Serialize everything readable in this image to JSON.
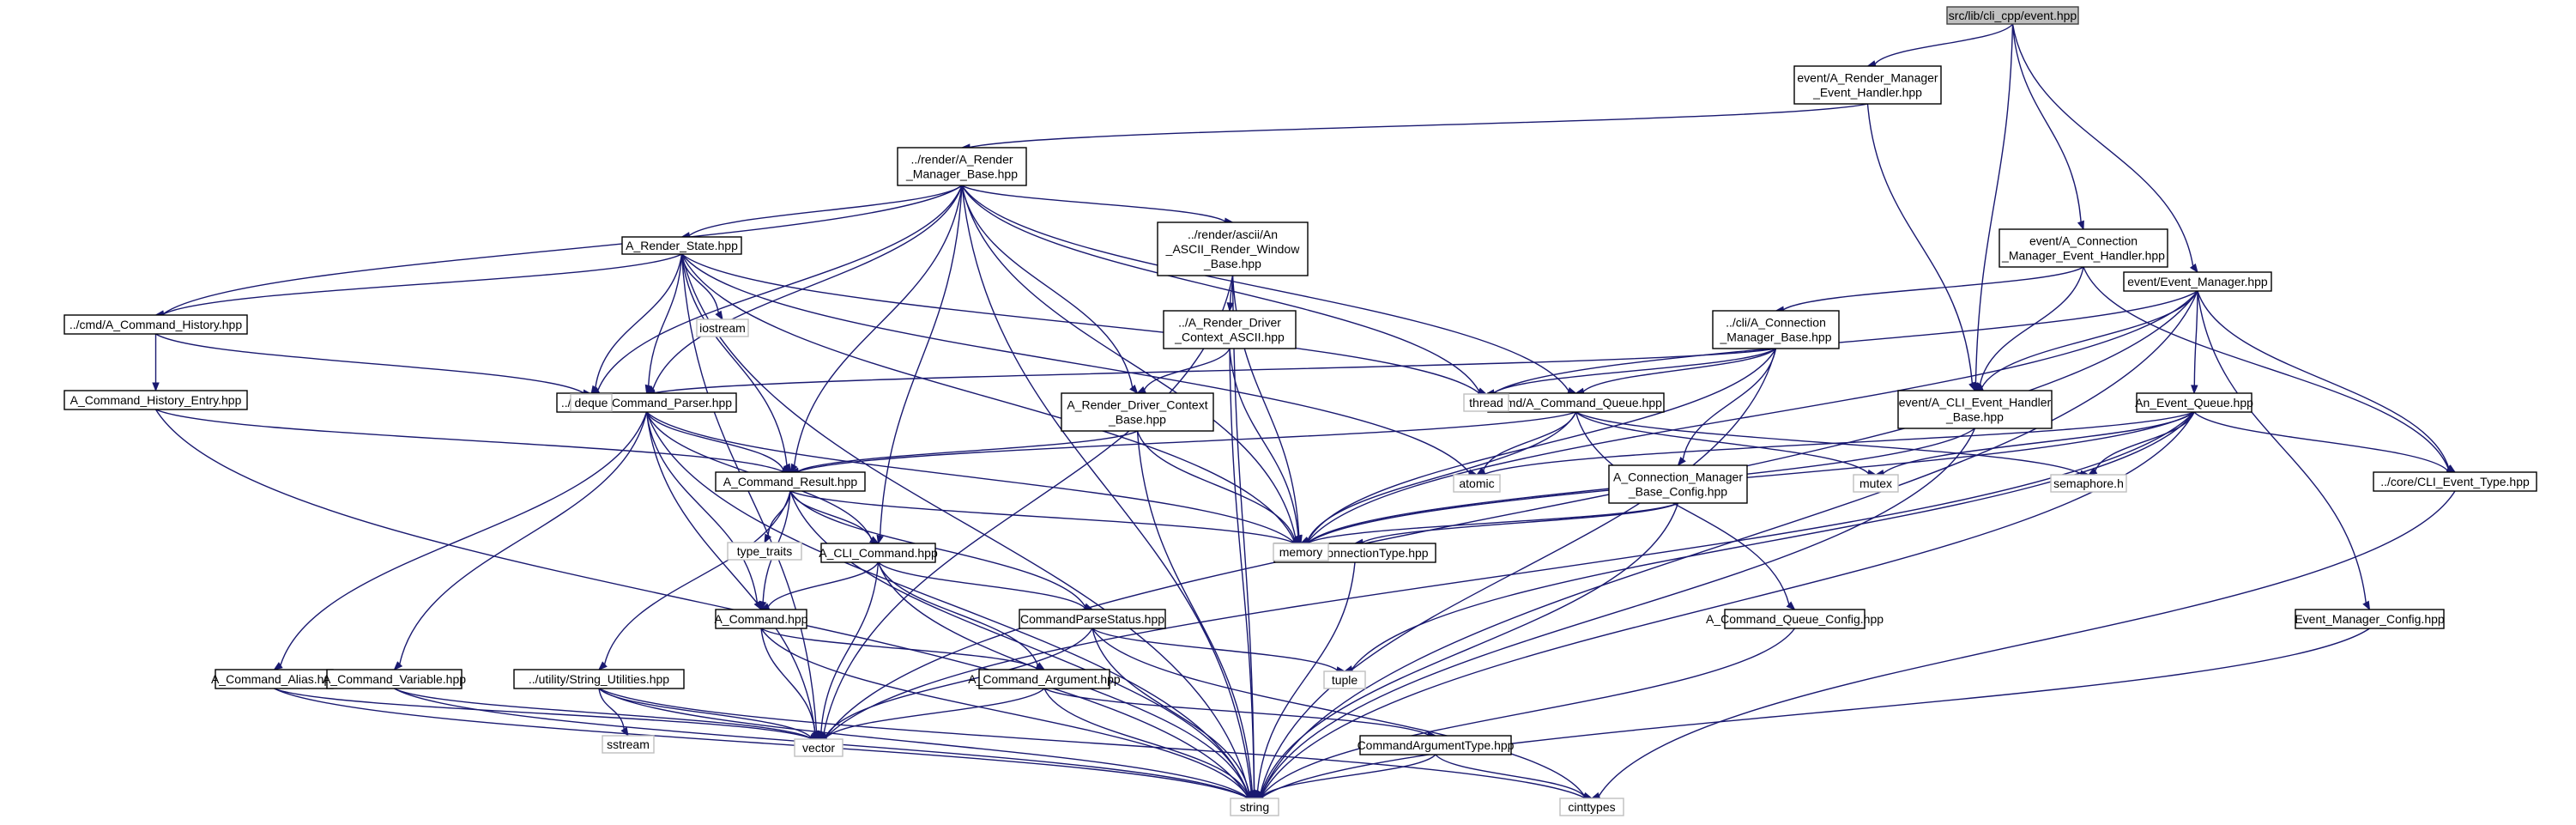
{
  "diagram": {
    "nodes": [
      {
        "id": "root",
        "kind": "root",
        "label": [
          "src/lib/cli_cpp/event.hpp"
        ]
      },
      {
        "id": "rmeh",
        "kind": "local",
        "label": [
          "event/A_Render_Manager",
          "_Event_Handler.hpp"
        ]
      },
      {
        "id": "rmb",
        "kind": "local",
        "label": [
          "../render/A_Render",
          "_Manager_Base.hpp"
        ]
      },
      {
        "id": "rstate",
        "kind": "local",
        "label": [
          "A_Render_State.hpp"
        ]
      },
      {
        "id": "arwb",
        "kind": "local",
        "label": [
          "../render/ascii/An",
          "_ASCII_Render_Window",
          "_Base.hpp"
        ]
      },
      {
        "id": "cmeh",
        "kind": "local",
        "label": [
          "event/A_Connection",
          "_Manager_Event_Handler.hpp"
        ]
      },
      {
        "id": "evmgr",
        "kind": "local",
        "label": [
          "event/Event_Manager.hpp"
        ]
      },
      {
        "id": "hist",
        "kind": "local",
        "label": [
          "../cmd/A_Command_History.hpp"
        ]
      },
      {
        "id": "histent",
        "kind": "local",
        "label": [
          "A_Command_History_Entry.hpp"
        ]
      },
      {
        "id": "rdca",
        "kind": "local",
        "label": [
          "../A_Render_Driver",
          "_Context_ASCII.hpp"
        ]
      },
      {
        "id": "cmb",
        "kind": "local",
        "label": [
          "../cli/A_Connection",
          "_Manager_Base.hpp"
        ]
      },
      {
        "id": "parser",
        "kind": "local",
        "label": [
          "../cmd/A_Command_Parser.hpp"
        ]
      },
      {
        "id": "rdcb",
        "kind": "local",
        "label": [
          "A_Render_Driver_Context",
          "_Base.hpp"
        ]
      },
      {
        "id": "cmdq",
        "kind": "local",
        "label": [
          "../cmd/A_Command_Queue.hpp"
        ]
      },
      {
        "id": "cliev",
        "kind": "local",
        "label": [
          "event/A_CLI_Event_Handler",
          "_Base.hpp"
        ]
      },
      {
        "id": "evq",
        "kind": "local",
        "label": [
          "An_Event_Queue.hpp"
        ]
      },
      {
        "id": "result",
        "kind": "local",
        "label": [
          "A_Command_Result.hpp"
        ]
      },
      {
        "id": "cmbcfg",
        "kind": "local",
        "label": [
          "A_Connection_Manager",
          "_Base_Config.hpp"
        ]
      },
      {
        "id": "clievt",
        "kind": "local",
        "label": [
          "../core/CLI_Event_Type.hpp"
        ]
      },
      {
        "id": "clicmd",
        "kind": "local",
        "label": [
          "A_CLI_Command.hpp"
        ]
      },
      {
        "id": "conntype",
        "kind": "local",
        "label": [
          "../core/ConnectionType.hpp"
        ]
      },
      {
        "id": "cmd",
        "kind": "local",
        "label": [
          "A_Command.hpp"
        ]
      },
      {
        "id": "cps",
        "kind": "local",
        "label": [
          "CommandParseStatus.hpp"
        ]
      },
      {
        "id": "qcfg",
        "kind": "local",
        "label": [
          "A_Command_Queue_Config.hpp"
        ]
      },
      {
        "id": "emcfg",
        "kind": "local",
        "label": [
          "Event_Manager_Config.hpp"
        ]
      },
      {
        "id": "alias",
        "kind": "local",
        "label": [
          "A_Command_Alias.hpp"
        ]
      },
      {
        "id": "var",
        "kind": "local",
        "label": [
          "A_Command_Variable.hpp"
        ]
      },
      {
        "id": "strutil",
        "kind": "local",
        "label": [
          "../utility/String_Utilities.hpp"
        ]
      },
      {
        "id": "arg",
        "kind": "local",
        "label": [
          "A_Command_Argument.hpp"
        ]
      },
      {
        "id": "argtype",
        "kind": "local",
        "label": [
          "CommandArgumentType.hpp"
        ]
      },
      {
        "id": "iostream",
        "kind": "system",
        "label": [
          "iostream"
        ]
      },
      {
        "id": "deque",
        "kind": "system",
        "label": [
          "deque"
        ]
      },
      {
        "id": "thread",
        "kind": "system",
        "label": [
          "thread"
        ]
      },
      {
        "id": "atomic",
        "kind": "system",
        "label": [
          "atomic"
        ]
      },
      {
        "id": "mutex",
        "kind": "system",
        "label": [
          "mutex"
        ]
      },
      {
        "id": "semaphore",
        "kind": "system",
        "label": [
          "semaphore.h"
        ]
      },
      {
        "id": "type_traits",
        "kind": "system",
        "label": [
          "type_traits"
        ]
      },
      {
        "id": "memory",
        "kind": "system",
        "label": [
          "memory"
        ]
      },
      {
        "id": "tuple",
        "kind": "system",
        "label": [
          "tuple"
        ]
      },
      {
        "id": "vector",
        "kind": "system",
        "label": [
          "vector"
        ]
      },
      {
        "id": "sstream",
        "kind": "system",
        "label": [
          "sstream"
        ]
      },
      {
        "id": "string",
        "kind": "system",
        "label": [
          "string"
        ]
      },
      {
        "id": "cinttypes",
        "kind": "system",
        "label": [
          "cinttypes"
        ]
      }
    ],
    "edges": [
      [
        "root",
        "rmeh"
      ],
      [
        "root",
        "cmeh"
      ],
      [
        "root",
        "evmgr"
      ],
      [
        "root",
        "cliev"
      ],
      [
        "rmeh",
        "rmb"
      ],
      [
        "rmeh",
        "cliev"
      ],
      [
        "rmb",
        "rstate"
      ],
      [
        "rmb",
        "arwb"
      ],
      [
        "rmb",
        "hist"
      ],
      [
        "rmb",
        "parser"
      ],
      [
        "rmb",
        "rdcb"
      ],
      [
        "rmb",
        "cmdq"
      ],
      [
        "rmb",
        "result"
      ],
      [
        "rmb",
        "clicmd"
      ],
      [
        "rmb",
        "deque"
      ],
      [
        "rmb",
        "thread"
      ],
      [
        "rmb",
        "memory"
      ],
      [
        "rmb",
        "string"
      ],
      [
        "rstate",
        "hist"
      ],
      [
        "rstate",
        "parser"
      ],
      [
        "rstate",
        "result"
      ],
      [
        "rstate",
        "iostream"
      ],
      [
        "rstate",
        "deque"
      ],
      [
        "rstate",
        "thread"
      ],
      [
        "rstate",
        "atomic"
      ],
      [
        "rstate",
        "memory"
      ],
      [
        "rstate",
        "vector"
      ],
      [
        "rstate",
        "string"
      ],
      [
        "arwb",
        "rdca"
      ],
      [
        "arwb",
        "memory"
      ],
      [
        "arwb",
        "vector"
      ],
      [
        "arwb",
        "string"
      ],
      [
        "cmeh",
        "cmb"
      ],
      [
        "cmeh",
        "cliev"
      ],
      [
        "cmeh",
        "clievt"
      ],
      [
        "evmgr",
        "evq"
      ],
      [
        "evmgr",
        "cliev"
      ],
      [
        "evmgr",
        "clievt"
      ],
      [
        "evmgr",
        "emcfg"
      ],
      [
        "evmgr",
        "thread"
      ],
      [
        "evmgr",
        "memory"
      ],
      [
        "evmgr",
        "vector"
      ],
      [
        "evmgr",
        "string"
      ],
      [
        "hist",
        "histent"
      ],
      [
        "hist",
        "deque"
      ],
      [
        "histent",
        "result"
      ],
      [
        "histent",
        "string"
      ],
      [
        "rdca",
        "rdcb"
      ],
      [
        "rdca",
        "memory"
      ],
      [
        "rdca",
        "string"
      ],
      [
        "cmb",
        "parser"
      ],
      [
        "cmb",
        "cmdq"
      ],
      [
        "cmb",
        "cmbcfg"
      ],
      [
        "cmb",
        "thread"
      ],
      [
        "cmb",
        "memory"
      ],
      [
        "cmb",
        "string"
      ],
      [
        "parser",
        "result"
      ],
      [
        "parser",
        "clicmd"
      ],
      [
        "parser",
        "cmd"
      ],
      [
        "parser",
        "alias"
      ],
      [
        "parser",
        "var"
      ],
      [
        "parser",
        "memory"
      ],
      [
        "parser",
        "vector"
      ],
      [
        "parser",
        "string"
      ],
      [
        "rdcb",
        "result"
      ],
      [
        "rdcb",
        "memory"
      ],
      [
        "rdcb",
        "string"
      ],
      [
        "cmdq",
        "result"
      ],
      [
        "cmdq",
        "qcfg"
      ],
      [
        "cmdq",
        "atomic"
      ],
      [
        "cmdq",
        "mutex"
      ],
      [
        "cmdq",
        "semaphore"
      ],
      [
        "cmdq",
        "memory"
      ],
      [
        "cliev",
        "memory"
      ],
      [
        "cliev",
        "string"
      ],
      [
        "evq",
        "clievt"
      ],
      [
        "evq",
        "atomic"
      ],
      [
        "evq",
        "mutex"
      ],
      [
        "evq",
        "semaphore"
      ],
      [
        "evq",
        "memory"
      ],
      [
        "evq",
        "tuple"
      ],
      [
        "evq",
        "vector"
      ],
      [
        "evq",
        "string"
      ],
      [
        "result",
        "clicmd"
      ],
      [
        "result",
        "cmd"
      ],
      [
        "result",
        "cps"
      ],
      [
        "result",
        "strutil"
      ],
      [
        "result",
        "type_traits"
      ],
      [
        "result",
        "memory"
      ],
      [
        "result",
        "string"
      ],
      [
        "cmbcfg",
        "conntype"
      ],
      [
        "cmbcfg",
        "memory"
      ],
      [
        "cmbcfg",
        "string"
      ],
      [
        "clievt",
        "cinttypes"
      ],
      [
        "clicmd",
        "cmd"
      ],
      [
        "clicmd",
        "arg"
      ],
      [
        "clicmd",
        "cps"
      ],
      [
        "clicmd",
        "vector"
      ],
      [
        "clicmd",
        "string"
      ],
      [
        "conntype",
        "string"
      ],
      [
        "cmd",
        "arg"
      ],
      [
        "cmd",
        "vector"
      ],
      [
        "cmd",
        "string"
      ],
      [
        "cps",
        "tuple"
      ],
      [
        "cps",
        "vector"
      ],
      [
        "cps",
        "string"
      ],
      [
        "cps",
        "cinttypes"
      ],
      [
        "qcfg",
        "string"
      ],
      [
        "emcfg",
        "string"
      ],
      [
        "alias",
        "vector"
      ],
      [
        "alias",
        "string"
      ],
      [
        "var",
        "vector"
      ],
      [
        "var",
        "string"
      ],
      [
        "strutil",
        "sstream"
      ],
      [
        "strutil",
        "vector"
      ],
      [
        "strutil",
        "string"
      ],
      [
        "strutil",
        "cinttypes"
      ],
      [
        "arg",
        "argtype"
      ],
      [
        "arg",
        "vector"
      ],
      [
        "arg",
        "string"
      ],
      [
        "argtype",
        "string"
      ],
      [
        "argtype",
        "cinttypes"
      ]
    ]
  }
}
